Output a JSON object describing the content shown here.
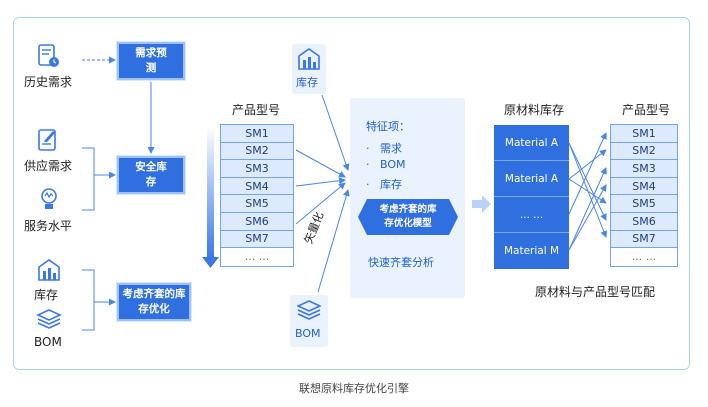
{
  "left_inputs": {
    "history_demand": "历史需求",
    "supply_demand": "供应需求",
    "service_level": "服务水平",
    "inventory": "库存",
    "bom": "BOM"
  },
  "left_boxes": {
    "demand_forecast": "需求预测",
    "safety_stock": "安全库存",
    "kit_optimization": "考虑齐套的库存优化"
  },
  "product_models_left": {
    "title": "产品型号",
    "items": [
      "SM1",
      "SM2",
      "SM3",
      "SM4",
      "SM5",
      "SM6",
      "SM7",
      "... ..."
    ]
  },
  "center_inputs": {
    "inventory": "库存",
    "bom": "BOM",
    "vectorize": "矢量化"
  },
  "feature_panel": {
    "title": "特征项：",
    "items": [
      "需求",
      "BOM",
      "库存"
    ],
    "bullet": "·",
    "model": "考虑齐套的库存优化模型",
    "analysis": "快速齐套分析"
  },
  "materials": {
    "title": "原材料库存",
    "items": [
      "Material A",
      "Material A",
      "... ...",
      "Material M"
    ]
  },
  "product_models_right": {
    "title": "产品型号",
    "items": [
      "SM1",
      "SM2",
      "SM3",
      "SM4",
      "SM5",
      "SM6",
      "SM7",
      "... ..."
    ]
  },
  "match_label": "原材料与产品型号匹配",
  "caption": "联想原料库存优化引擎",
  "colors": {
    "primary": "#2f6fe0",
    "light_fill": "#dde9fc",
    "panel": "#e9f2fd",
    "arrow": "#4a86e8",
    "frame": "#a9d3f3"
  }
}
